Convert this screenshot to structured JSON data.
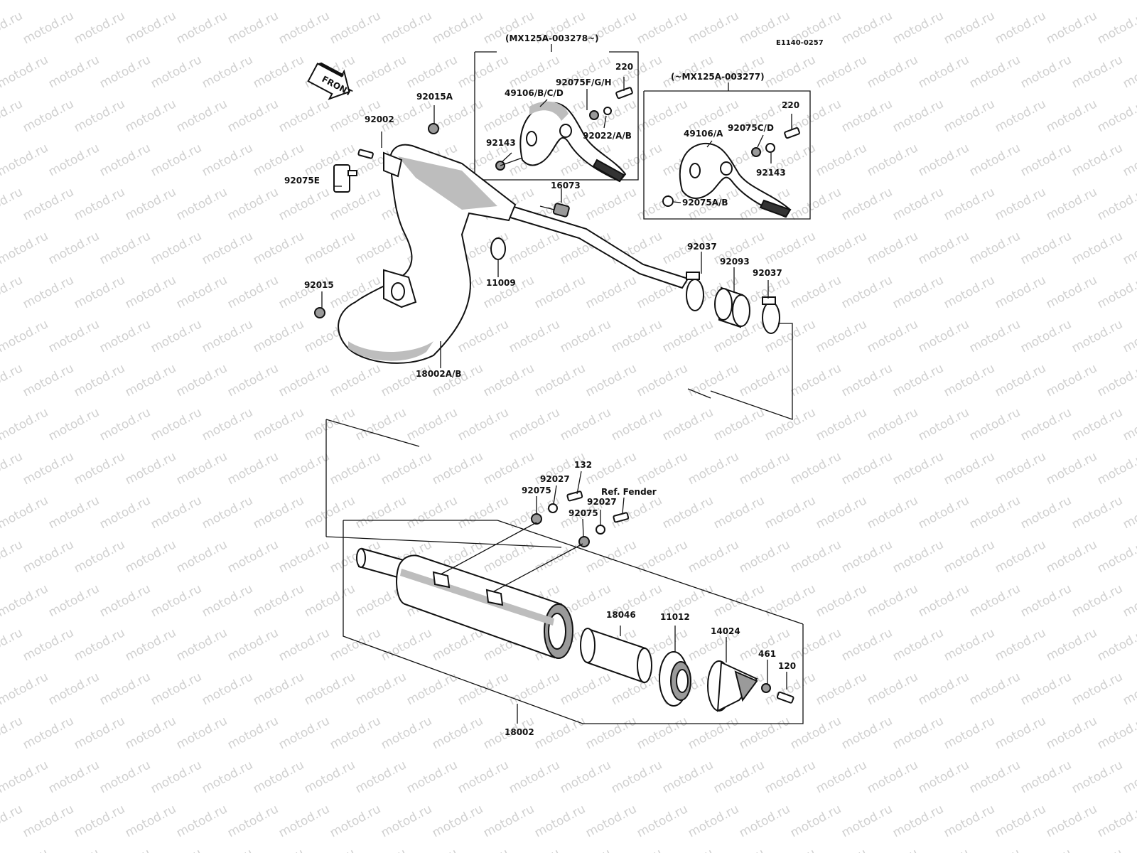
{
  "diagram": {
    "code": "E1140-0257",
    "front_arrow": "FRONT",
    "variant_late": "(MX125A-003278~)",
    "variant_early": "(~MX125A-003277)",
    "labels": {
      "p92015A": "92015A",
      "p92002": "92002",
      "p92075E": "92075E",
      "p92015": "92015",
      "p18002AB": "18002A/B",
      "p11009": "11009",
      "p16073": "16073",
      "p92143_a": "92143",
      "p49106BCD": "49106/B/C/D",
      "p92075FGH": "92075F/G/H",
      "p220_a": "220",
      "p92022AB": "92022/A/B",
      "p49106A": "49106/A",
      "p92075CD": "92075C/D",
      "p220_b": "220",
      "p92143_b": "92143",
      "p92075AB": "92075A/B",
      "p92037_a": "92037",
      "p92093": "92093",
      "p92037_b": "92037",
      "p132": "132",
      "p92027_a": "92027",
      "p92075_a": "92075",
      "p_ref_fender": "Ref. Fender",
      "p92027_b": "92027",
      "p92075_b": "92075",
      "p18046": "18046",
      "p11012": "11012",
      "p14024": "14024",
      "p461": "461",
      "p120": "120",
      "p18002": "18002"
    },
    "watermark": "motod.ru"
  }
}
